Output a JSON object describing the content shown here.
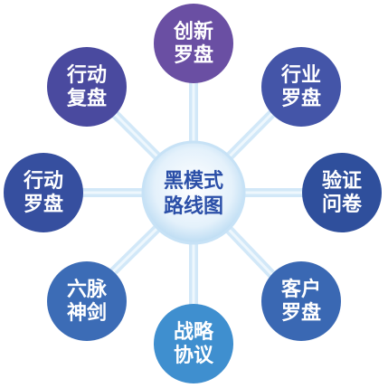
{
  "center": {
    "line1": "黑模式",
    "line2": "路线图"
  },
  "nodes": [
    {
      "id": "innovation",
      "line1": "创新",
      "line2": "罗盘",
      "color": "#6a4fa3"
    },
    {
      "id": "industry",
      "line1": "行业",
      "line2": "罗盘",
      "color": "#4455a8"
    },
    {
      "id": "validation",
      "line1": "验证",
      "line2": "问卷",
      "color": "#2f4f9c"
    },
    {
      "id": "customer",
      "line1": "客户",
      "line2": "罗盘",
      "color": "#3a68b3"
    },
    {
      "id": "strategy",
      "line1": "战略",
      "line2": "协议",
      "color": "#3f8fcf"
    },
    {
      "id": "six-pulse",
      "line1": "六脉",
      "line2": "神剑",
      "color": "#3c6cb6"
    },
    {
      "id": "action",
      "line1": "行动",
      "line2": "罗盘",
      "color": "#364f9f"
    },
    {
      "id": "review",
      "line1": "行动",
      "line2": "复盘",
      "color": "#4a4a9f"
    }
  ]
}
